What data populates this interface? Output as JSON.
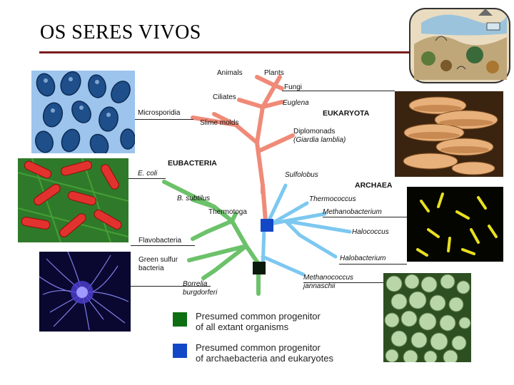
{
  "title": "OS SERES VIVOS",
  "colors": {
    "eukaryota_branch": "#f08a78",
    "eubacteria_branch": "#6cc26a",
    "archaea_branch": "#7cc8f0",
    "progenitor_all": "#0e6e12",
    "progenitor_archaea_eukaryotes": "#1248c8",
    "title_rule": "#7a1c1c"
  },
  "groups": {
    "eukaryota": "EUKARYOTA",
    "eubacteria": "EUBACTERIA",
    "archaea": "ARCHAEA"
  },
  "eukaryota_taxa": {
    "animals": "Animals",
    "plants": "Plants",
    "fungi": "Fungi",
    "ciliates": "Ciliates",
    "euglena": "Euglena",
    "microsporidia": "Microsporidia",
    "slime_molds": "Slime molds",
    "diplomonads": "Diplomonads",
    "giardia": "(Giardia lamblia)"
  },
  "eubacteria_taxa": {
    "ecoli": "E. coli",
    "bsubtilus": "B. subtilus",
    "thermotoga": "Thermotoga",
    "flavobacteria": "Flavobacteria",
    "green_sulfur_1": "Green sulfur",
    "green_sulfur_2": "bacteria",
    "borrelia_1": "Borrelia",
    "borrelia_2": "burgdorferi"
  },
  "archaea_taxa": {
    "sulfolobus": "Sulfolobus",
    "thermococcus": "Thermococcus",
    "methanobacterium": "Methanobacterium",
    "halococcus": "Halococcus",
    "halobacterium": "Halobacterium",
    "methanococcus_1": "Methanococcus",
    "methanococcus_2": "jannaschii"
  },
  "legend": {
    "item1_line1": "Presumed common progenitor",
    "item1_line2": "of all extant organisms",
    "item2_line1": "Presumed common progenitor",
    "item2_line2": "of archaebacteria and eukaryotes"
  },
  "images": {
    "top_left": "microsporidia-spores-photo",
    "top_right": "fungi-mushroom-photo",
    "mid_left": "rod-bacteria-photo",
    "mid_right": "yellow-archaea-photo",
    "bottom_left": "blue-filament-bacteria-photo",
    "bottom_right": "green-coccus-photo",
    "corner": "living-beings-collage-illustration"
  }
}
